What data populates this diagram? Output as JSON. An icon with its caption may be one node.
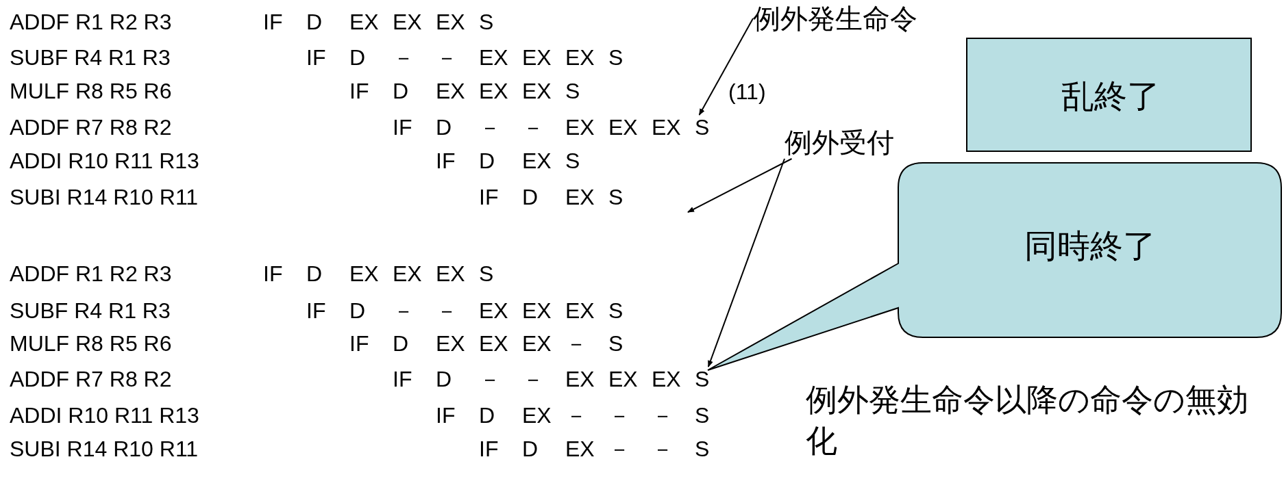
{
  "diagram": {
    "nodes": [
      {
        "text": [
          "例外発生命令"
        ]
      },
      {
        "text": [
          "例外受付"
        ]
      },
      {
        "text": [
          "乱終了"
        ]
      },
      {
        "text": [
          "同時終了"
        ]
      },
      {
        "text": [
          "S"
        ]
      },
      {
        "text": [
          "S"
        ]
      }
    ],
    "edges": [
      {
        "from": 0,
        "to": 4,
        "arrow": "to"
      },
      {
        "from": 1,
        "to": null,
        "arrow": "to"
      },
      {
        "from": 1,
        "to": 5,
        "arrow": "to"
      }
    ],
    "labels": [
      "ADDF R1 R2 R3",
      "IF",
      "D",
      "EX",
      "EX",
      "EX",
      "S",
      "SUBF R4 R1 R3",
      "IF",
      "D",
      "－",
      "－",
      "EX",
      "EX",
      "EX",
      "S",
      "MULF R8 R5 R6",
      "IF",
      "D",
      "EX",
      "EX",
      "EX",
      "S",
      "(11)",
      "ADDF R7 R8 R2",
      "IF",
      "D",
      "－",
      "－",
      "EX",
      "EX",
      "EX",
      "ADDI R10 R11 R13",
      "IF",
      "D",
      "EX",
      "S",
      "SUBI R14 R10 R11",
      "IF",
      "D",
      "EX",
      "S",
      "ADDF R1 R2 R3",
      "IF",
      "D",
      "EX",
      "EX",
      "EX",
      "S",
      "SUBF R4 R1 R3",
      "IF",
      "D",
      "－",
      "－",
      "EX",
      "EX",
      "EX",
      "S",
      "MULF R8 R5 R6",
      "IF",
      "D",
      "EX",
      "EX",
      "EX",
      "－",
      "S",
      "ADDF R7 R8 R2",
      "IF",
      "D",
      "－",
      "－",
      "EX",
      "EX",
      "EX",
      "ADDI R10 R11 R13",
      "IF",
      "D",
      "EX",
      "－",
      "－",
      "－",
      "S",
      "SUBI R14 R10 R11",
      "IF",
      "D",
      "EX",
      "－",
      "－",
      "S",
      "例外発生命令以降の命令の無効化"
    ]
  }
}
